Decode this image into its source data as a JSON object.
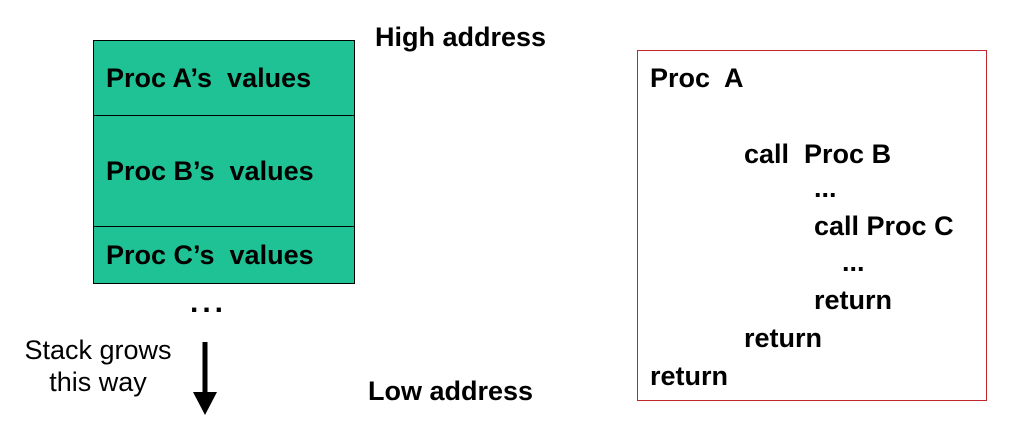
{
  "stack": {
    "frames": [
      {
        "label": "Proc A’s  values"
      },
      {
        "label": "Proc B’s  values"
      },
      {
        "label": "Proc C’s  values"
      }
    ],
    "fill_color": "#1fc294",
    "continuation": "...",
    "growth_label": "Stack grows this way"
  },
  "labels": {
    "high_address": "High address",
    "low_address": "Low address"
  },
  "code": {
    "border_color": "#c0282d",
    "lines": [
      "Proc  A",
      "call  Proc B",
      "...",
      "call Proc C",
      "...",
      "return",
      "return",
      "return"
    ]
  }
}
